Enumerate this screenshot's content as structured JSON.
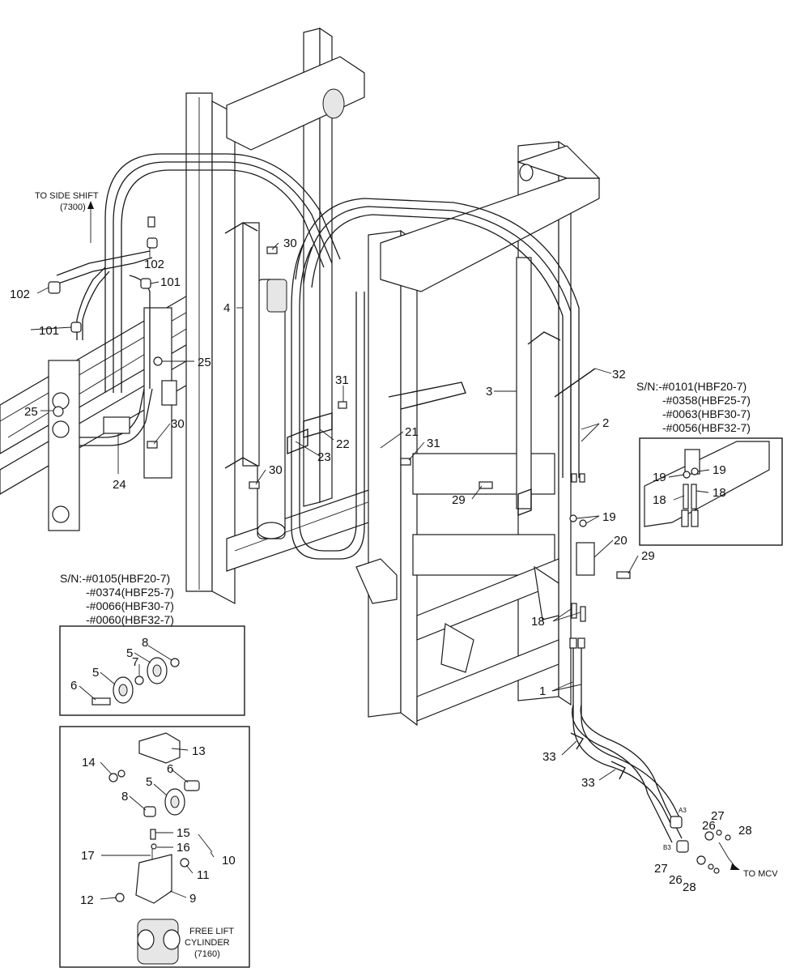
{
  "callouts": {
    "c1": "1",
    "c2": "2",
    "c3": "3",
    "c4": "4",
    "c5a": "5",
    "c5b": "5",
    "c5c": "5",
    "c6a": "6",
    "c6b": "6",
    "c7": "7",
    "c8a": "8",
    "c8b": "8",
    "c9": "9",
    "c10": "10",
    "c11": "11",
    "c12": "12",
    "c13": "13",
    "c14": "14",
    "c15": "15",
    "c16": "16",
    "c17": "17",
    "c18a": "18",
    "c18b": "18",
    "c18c": "18",
    "c19a": "19",
    "c19b": "19",
    "c19c": "19",
    "c20": "20",
    "c21": "21",
    "c22": "22",
    "c23": "23",
    "c24": "24",
    "c25a": "25",
    "c25b": "25",
    "c26a": "26",
    "c26b": "26",
    "c27a": "27",
    "c27b": "27",
    "c28a": "28",
    "c28b": "28",
    "c29a": "29",
    "c29b": "29",
    "c30a": "30",
    "c30b": "30",
    "c30c": "30",
    "c31a": "31",
    "c31b": "31",
    "c32": "32",
    "c33a": "33",
    "c33b": "33",
    "c101a": "101",
    "c101b": "101",
    "c102a": "102",
    "c102b": "102"
  },
  "notes": {
    "to_side_shift": "TO SIDE SHIFT",
    "side_shift_ref": "(7300)",
    "to_mcv": "TO MCV",
    "free_lift_line1": "FREE LIFT",
    "free_lift_line2": "CYLINDER",
    "free_lift_ref": "(7160)",
    "port_a3": "A3",
    "port_b3": "B3"
  },
  "serial_right": [
    "S/N:-#0101(HBF20-7)",
    "-#0358(HBF25-7)",
    "-#0063(HBF30-7)",
    "-#0056(HBF32-7)"
  ],
  "serial_left": [
    "S/N:-#0105(HBF20-7)",
    "-#0374(HBF25-7)",
    "-#0066(HBF30-7)",
    "-#0060(HBF32-7)"
  ]
}
